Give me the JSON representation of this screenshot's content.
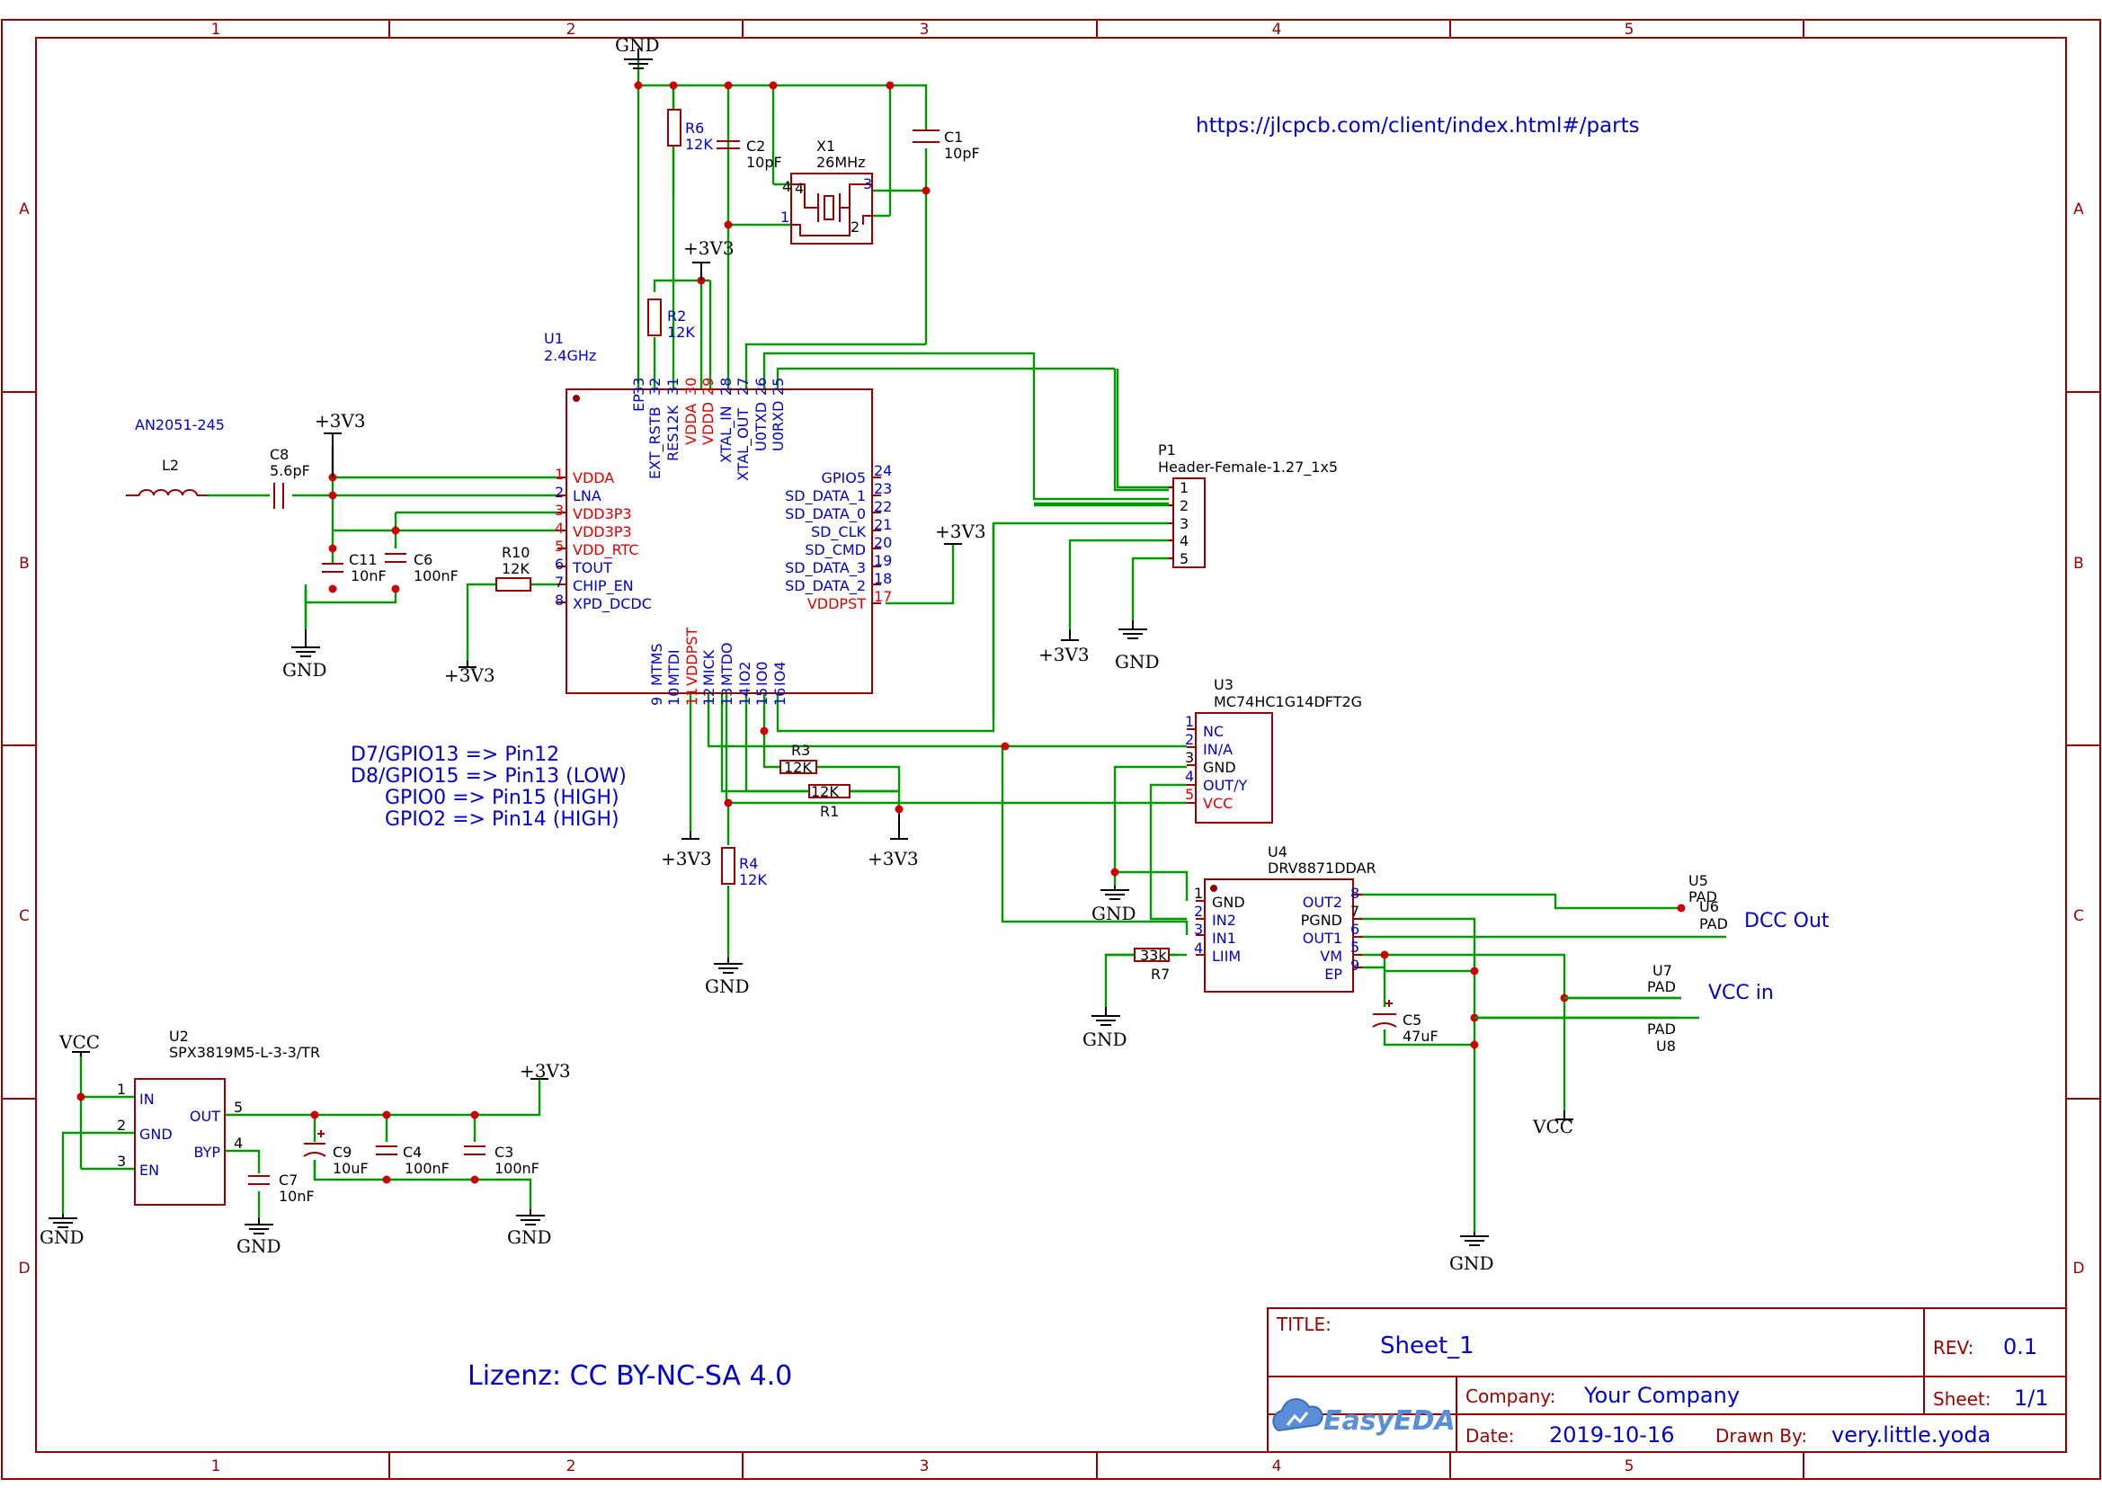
{
  "frame": {
    "columns": [
      "1",
      "2",
      "3",
      "4",
      "5"
    ],
    "rows": [
      "A",
      "B",
      "C",
      "D"
    ]
  },
  "url_note": "https://jlcpcb.com/client/index.html#/parts",
  "gpio_notes": [
    "D7/GPIO13 => Pin12",
    "D8/GPIO15 => Pin13 (LOW)",
    "GPIO0 => Pin15 (HIGH)",
    "GPIO2 => Pin14 (HIGH)"
  ],
  "license": "Lizenz: CC BY-NC-SA 4.0",
  "net_labels": {
    "gnd": "GND",
    "v33": "+3V3",
    "vcc": "VCC",
    "dcc_out": "DCC Out",
    "vcc_in": "VCC in"
  },
  "components": {
    "u1": {
      "ref": "U1",
      "value": "2.4GHz",
      "left_pins": [
        {
          "num": "1",
          "name": "VDDA",
          "power": true
        },
        {
          "num": "2",
          "name": "LNA",
          "power": false
        },
        {
          "num": "3",
          "name": "VDD3P3",
          "power": true
        },
        {
          "num": "4",
          "name": "VDD3P3",
          "power": true
        },
        {
          "num": "5",
          "name": "VDD_RTC",
          "power": true
        },
        {
          "num": "6",
          "name": "TOUT",
          "power": false
        },
        {
          "num": "7",
          "name": "CHIP_EN",
          "power": false
        },
        {
          "num": "8",
          "name": "XPD_DCDC",
          "power": false
        }
      ],
      "right_pins": [
        {
          "num": "24",
          "name": "GPIO5",
          "power": false
        },
        {
          "num": "23",
          "name": "SD_DATA_1",
          "power": false
        },
        {
          "num": "22",
          "name": "SD_DATA_0",
          "power": false
        },
        {
          "num": "21",
          "name": "SD_CLK",
          "power": false
        },
        {
          "num": "20",
          "name": "SD_CMD",
          "power": false
        },
        {
          "num": "19",
          "name": "SD_DATA_3",
          "power": false
        },
        {
          "num": "18",
          "name": "SD_DATA_2",
          "power": false
        },
        {
          "num": "17",
          "name": "VDDPST",
          "power": true
        }
      ],
      "top_pins": [
        {
          "num": "33",
          "name": "EP",
          "power": false
        },
        {
          "num": "32",
          "name": "EXT_RSTB",
          "power": false
        },
        {
          "num": "31",
          "name": "RES12K",
          "power": false
        },
        {
          "num": "30",
          "name": "VDDA",
          "power": true
        },
        {
          "num": "29",
          "name": "VDDD",
          "power": true
        },
        {
          "num": "28",
          "name": "XTAL_IN",
          "power": false
        },
        {
          "num": "27",
          "name": "XTAL_OUT",
          "power": false
        },
        {
          "num": "26",
          "name": "U0TXD",
          "power": false
        },
        {
          "num": "25",
          "name": "U0RXD",
          "power": false
        }
      ],
      "bottom_pins": [
        {
          "num": "9",
          "name": "MTMS",
          "power": false
        },
        {
          "num": "10",
          "name": "MTDI",
          "power": false
        },
        {
          "num": "11",
          "name": "VDDPST",
          "power": true
        },
        {
          "num": "12",
          "name": "MICK",
          "power": false
        },
        {
          "num": "13",
          "name": "MTDO",
          "power": false
        },
        {
          "num": "14",
          "name": "IO2",
          "power": false
        },
        {
          "num": "15",
          "name": "IO0",
          "power": false
        },
        {
          "num": "16",
          "name": "IO4",
          "power": false
        }
      ]
    },
    "u2": {
      "ref": "U2",
      "value": "SPX3819M5-L-3-3/TR",
      "left_pins": [
        {
          "num": "1",
          "name": "IN"
        },
        {
          "num": "2",
          "name": "GND"
        },
        {
          "num": "3",
          "name": "EN"
        }
      ],
      "right_pins": [
        {
          "num": "5",
          "name": "OUT"
        },
        {
          "num": "4",
          "name": "BYP"
        }
      ]
    },
    "u3": {
      "ref": "U3",
      "value": "MC74HC1G14DFT2G",
      "pins": [
        {
          "num": "1",
          "name": "NC",
          "color": "blue"
        },
        {
          "num": "2",
          "name": "IN/A",
          "color": "blue"
        },
        {
          "num": "3",
          "name": "GND",
          "color": "black"
        },
        {
          "num": "4",
          "name": "OUT/Y",
          "color": "blue"
        },
        {
          "num": "5",
          "name": "VCC",
          "color": "red"
        }
      ]
    },
    "u4": {
      "ref": "U4",
      "value": "DRV8871DDAR",
      "left_pins": [
        {
          "num": "1",
          "name": "GND",
          "color": "black"
        },
        {
          "num": "2",
          "name": "IN2",
          "color": "blue"
        },
        {
          "num": "3",
          "name": "IN1",
          "color": "blue"
        },
        {
          "num": "4",
          "name": "LIIM",
          "color": "blue"
        }
      ],
      "right_pins": [
        {
          "num": "8",
          "name": "OUT2",
          "color": "blue"
        },
        {
          "num": "7",
          "name": "PGND",
          "color": "black"
        },
        {
          "num": "6",
          "name": "OUT1",
          "color": "blue"
        },
        {
          "num": "5",
          "name": "VM",
          "color": "blue"
        },
        {
          "num": "9",
          "name": "EP",
          "color": "blue"
        }
      ]
    },
    "p1": {
      "ref": "P1",
      "value": "Header-Female-1.27_1x5",
      "pins": [
        "1",
        "2",
        "3",
        "4",
        "5"
      ]
    },
    "x1": {
      "ref": "X1",
      "value": "26MHz",
      "pins": [
        "4",
        "3",
        "1",
        "2"
      ]
    },
    "l2": {
      "ref": "L2",
      "value": "AN2051-245"
    },
    "r1": {
      "ref": "R1",
      "value": "12K"
    },
    "r2": {
      "ref": "R2",
      "value": "12K"
    },
    "r3": {
      "ref": "R3",
      "value": "12K"
    },
    "r4": {
      "ref": "R4",
      "value": "12K"
    },
    "r6": {
      "ref": "R6",
      "value": "12K"
    },
    "r7": {
      "ref": "R7",
      "value": "33k"
    },
    "r10": {
      "ref": "R10",
      "value": "12K"
    },
    "c1": {
      "ref": "C1",
      "value": "10pF"
    },
    "c2": {
      "ref": "C2",
      "value": "10pF"
    },
    "c3": {
      "ref": "C3",
      "value": "100nF"
    },
    "c4": {
      "ref": "C4",
      "value": "100nF"
    },
    "c5": {
      "ref": "C5",
      "value": "47uF"
    },
    "c6": {
      "ref": "C6",
      "value": "100nF"
    },
    "c7": {
      "ref": "C7",
      "value": "10nF"
    },
    "c8": {
      "ref": "C8",
      "value": "5.6pF"
    },
    "c9": {
      "ref": "C9",
      "value": "10uF"
    },
    "c11": {
      "ref": "C11",
      "value": "10nF"
    },
    "u5": {
      "ref": "U5",
      "value": "PAD"
    },
    "u6": {
      "ref": "U6",
      "value": "PAD"
    },
    "u7": {
      "ref": "U7",
      "value": "PAD"
    },
    "u8": {
      "ref": "U8",
      "value": "PAD"
    }
  },
  "title_block": {
    "title_label": "TITLE:",
    "title": "Sheet_1",
    "rev_label": "REV:",
    "rev": "0.1",
    "company_label": "Company:",
    "company": "Your Company",
    "sheet_label": "Sheet:",
    "sheet": "1/1",
    "date_label": "Date:",
    "date": "2019-10-16",
    "drawn_label": "Drawn By:",
    "drawn_by": "very.little.yoda",
    "logo_text": "EasyEDA"
  },
  "colors": {
    "frame": "#990000",
    "wire": "#009900",
    "junction": "#cc0000",
    "text_blue": "#0000cc",
    "text_red": "#dd0000"
  }
}
